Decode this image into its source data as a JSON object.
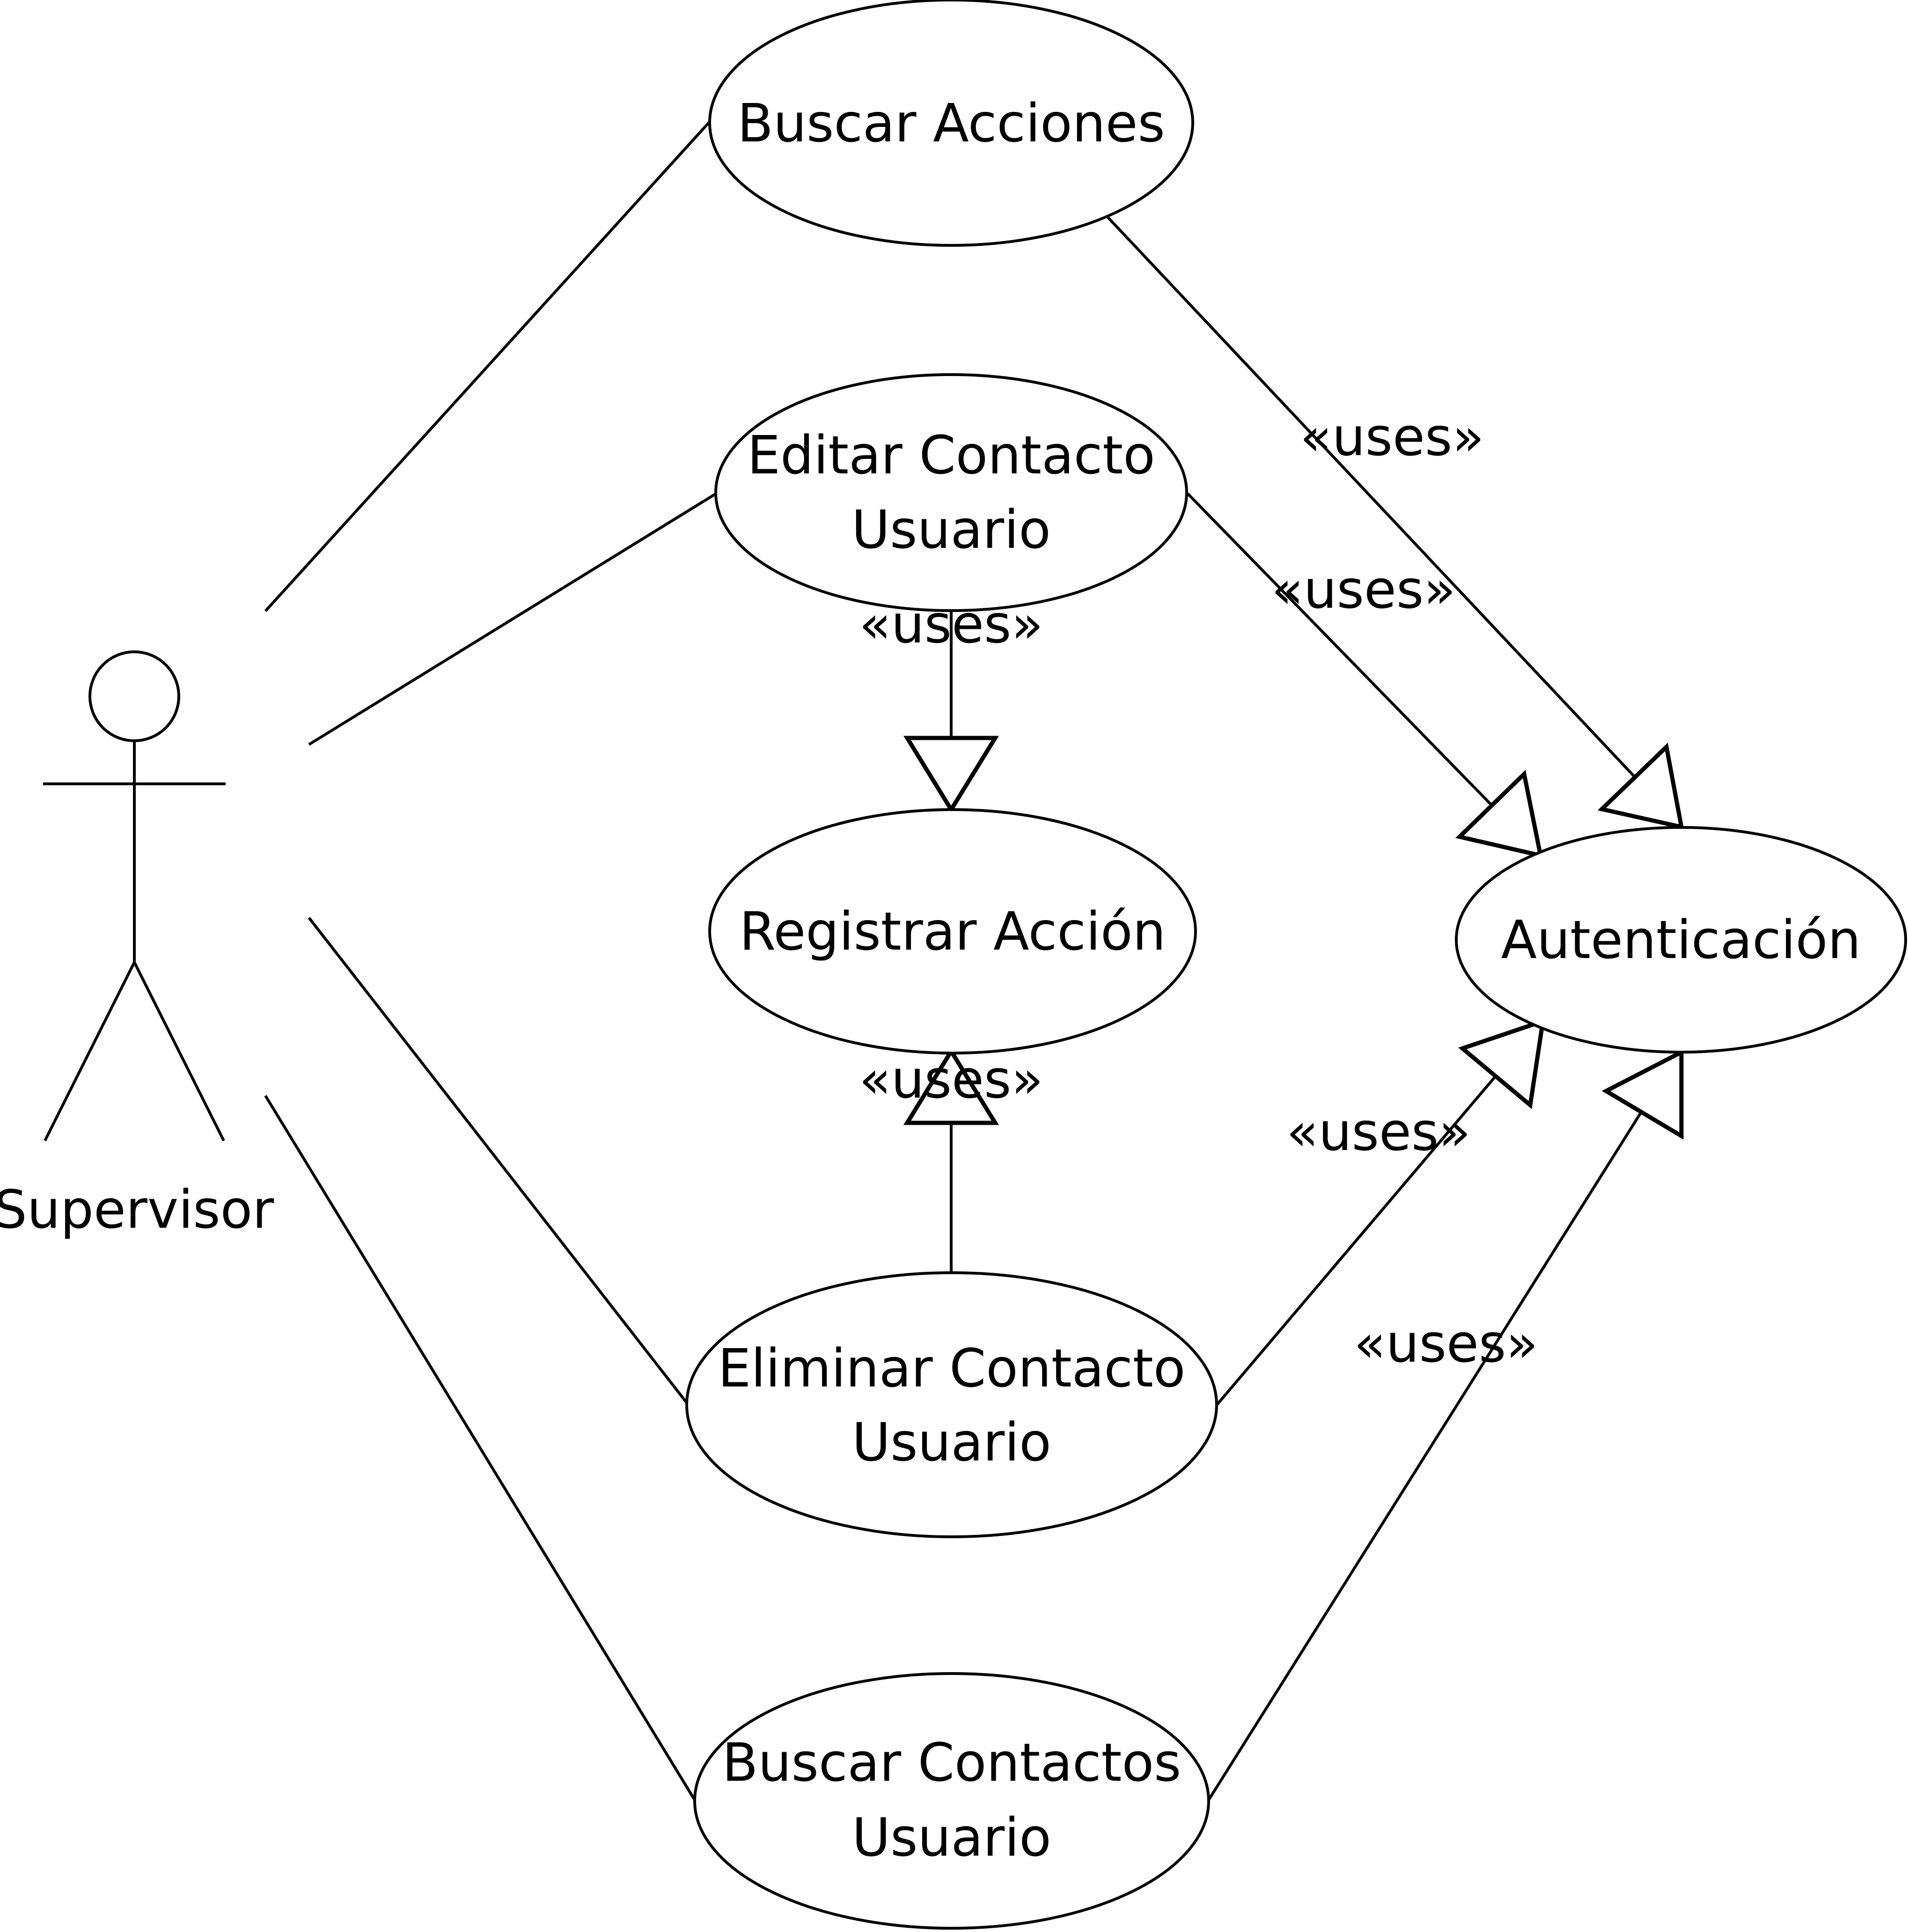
{
  "actor": {
    "name": "Supervisor"
  },
  "use_cases": {
    "buscar_acciones": {
      "lines": [
        "Buscar Acciones"
      ]
    },
    "editar_contacto": {
      "lines": [
        "Editar Contacto",
        "Usuario"
      ]
    },
    "registrar_accion": {
      "lines": [
        "Registrar Acción"
      ]
    },
    "eliminar_contacto": {
      "lines": [
        "Eliminar Contacto",
        "Usuario"
      ]
    },
    "buscar_contactos": {
      "lines": [
        "Buscar Contactos",
        "Usuario"
      ]
    },
    "autenticacion": {
      "lines": [
        "Autenticación"
      ]
    }
  },
  "relations": {
    "uses_label": "«uses»",
    "items": [
      {
        "from": "buscar_acciones",
        "to": "autenticacion",
        "label": "«uses»"
      },
      {
        "from": "editar_contacto",
        "to": "autenticacion",
        "label": "«uses»"
      },
      {
        "from": "editar_contacto",
        "to": "registrar_accion",
        "label": "«uses»"
      },
      {
        "from": "eliminar_contacto",
        "to": "registrar_accion",
        "label": "«uses»"
      },
      {
        "from": "eliminar_contacto",
        "to": "autenticacion",
        "label": "«uses»"
      },
      {
        "from": "buscar_contactos",
        "to": "autenticacion",
        "label": "«uses»"
      }
    ]
  }
}
